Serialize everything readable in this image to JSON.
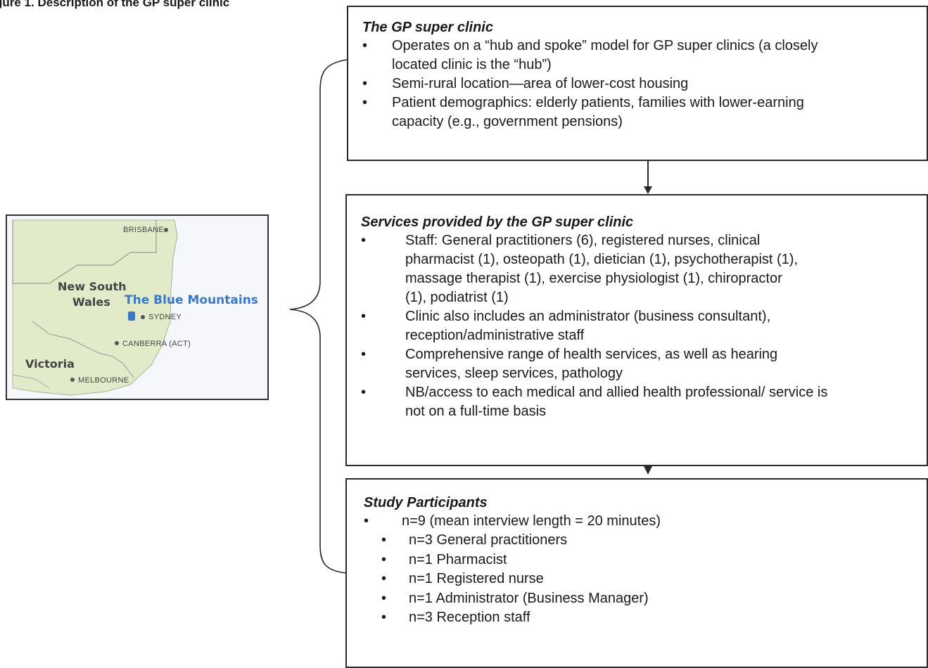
{
  "figure": {
    "caption": "gure 1. Description of the GP super clinic"
  },
  "map": {
    "cities": {
      "brisbane": "BRISBANE",
      "sydney": "SYDNEY",
      "canberra": "CANBERRA (ACT)",
      "melbourne": "MELBOURNE"
    },
    "regions": {
      "nsw_line1": "New South",
      "nsw_line2": "Wales",
      "victoria": "Victoria"
    },
    "highlight_label": "The Blue Mountains",
    "colors": {
      "land": "#e2ebc9",
      "highlight": "#3a77c6",
      "border": "#888888"
    }
  },
  "box_clinic": {
    "title": "The GP super clinic",
    "items": [
      {
        "line1": "Operates on a “hub and spoke” model for GP super clinics (a closely",
        "line2": "located clinic is the “hub”)"
      },
      {
        "line1": "Semi-rural location—area of lower-cost housing"
      },
      {
        "line1": "Patient demographics: elderly patients, families with lower-earning",
        "line2": "capacity (e.g., government pensions)"
      }
    ]
  },
  "box_services": {
    "title": "Services provided by the GP super clinic",
    "items": [
      {
        "lines": [
          "Staff: General practitioners (6), registered nurses, clinical",
          "pharmacist (1), osteopath (1), dietician (1), psychotherapist (1),",
          "massage therapist (1), exercise physiologist (1), chiropractor",
          "(1), podiatrist (1)"
        ]
      },
      {
        "lines": [
          "Clinic also includes an administrator (business consultant),",
          "reception/administrative staff"
        ]
      },
      {
        "lines": [
          "Comprehensive range of health services, as well as hearing",
          "services, sleep services, pathology"
        ]
      },
      {
        "lines": [
          "NB/access to each medical and allied health professional/ service is",
          "not on a full-time basis"
        ]
      }
    ]
  },
  "box_participants": {
    "title": "Study Participants",
    "main": "n=9 (mean interview length = 20 minutes)",
    "sub": [
      "n=3 General practitioners",
      "n=1 Pharmacist",
      "n=1 Registered nurse",
      "n=1 Administrator (Business Manager)",
      "n=3 Reception staff"
    ]
  },
  "bullet": "•"
}
